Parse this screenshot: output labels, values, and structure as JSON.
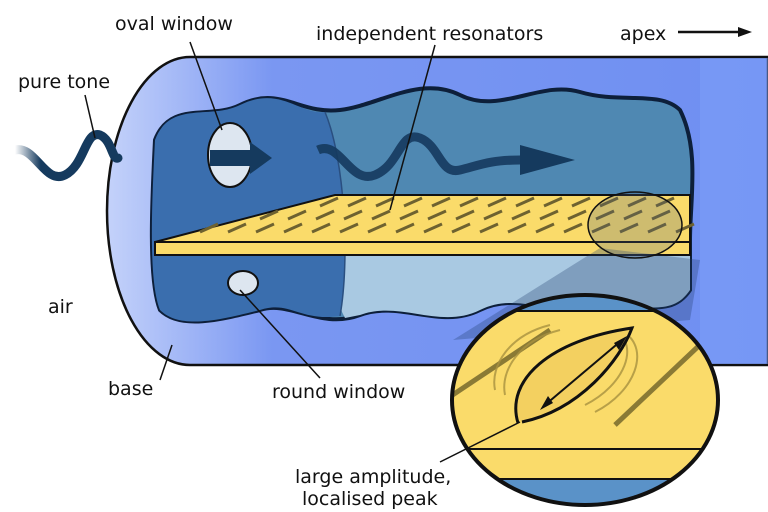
{
  "labels": {
    "oval_window": "oval window",
    "independent_resonators": "independent resonators",
    "apex": "apex",
    "pure_tone": "pure tone",
    "air": "air",
    "base": "base",
    "round_window": "round window",
    "peak_line1": "large amplitude,",
    "peak_line2": "localised peak"
  },
  "colors": {
    "tube": "#6f8ff2",
    "tube_light": "#b8c8f8",
    "chamber_dark": "#3a6eae",
    "chamber_teal": "#4f88b2",
    "chamber_lower": "#a9c9e2",
    "membrane": "#fadb6a",
    "membrane_slot": "#8a7a35",
    "wave": "#153a5e"
  }
}
